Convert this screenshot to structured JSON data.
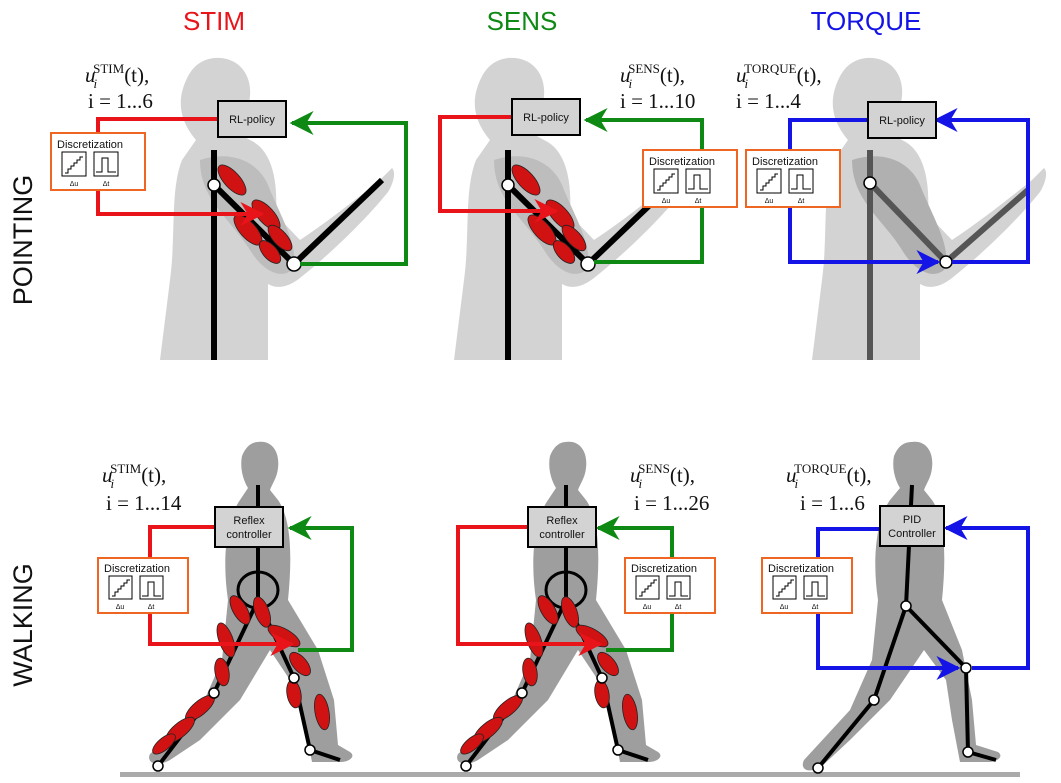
{
  "columns": {
    "stim": {
      "title": "STIM",
      "color": "#e8141a"
    },
    "sens": {
      "title": "SENS",
      "color": "#0e8a14"
    },
    "torque": {
      "title": "TORQUE",
      "color": "#1414e6"
    }
  },
  "rows": {
    "pointing": "POINTING",
    "walking": "WALKING"
  },
  "panels": {
    "pointing_stim": {
      "var": "u",
      "sub": "i",
      "sup": "STIM",
      "arg": "(t),",
      "range": "i = 1...6",
      "controller": [
        "RL-policy"
      ]
    },
    "pointing_sens": {
      "var": "u",
      "sub": "i",
      "sup": "SENS",
      "arg": "(t),",
      "range": "i = 1...10",
      "controller": [
        "RL-policy"
      ]
    },
    "pointing_torque": {
      "var": "u",
      "sub": "i",
      "sup": "TORQUE",
      "arg": "(t),",
      "range": "i = 1...4",
      "controller": [
        "RL-policy"
      ]
    },
    "walking_stim": {
      "var": "u",
      "sub": "i",
      "sup": "STIM",
      "arg": "(t),",
      "range": "i = 1...14",
      "controller": [
        "Reflex",
        "controller"
      ]
    },
    "walking_sens": {
      "var": "u",
      "sub": "i",
      "sup": "SENS",
      "arg": "(t),",
      "range": "i = 1...26",
      "controller": [
        "Reflex",
        "controller"
      ]
    },
    "walking_torque": {
      "var": "u",
      "sub": "i",
      "sup": "TORQUE",
      "arg": "(t),",
      "range": "i = 1...6",
      "controller": [
        "PID",
        "Controller"
      ]
    }
  },
  "discretization": {
    "title": "Discretization",
    "amp_label": "Δu",
    "time_label": "Δt"
  }
}
